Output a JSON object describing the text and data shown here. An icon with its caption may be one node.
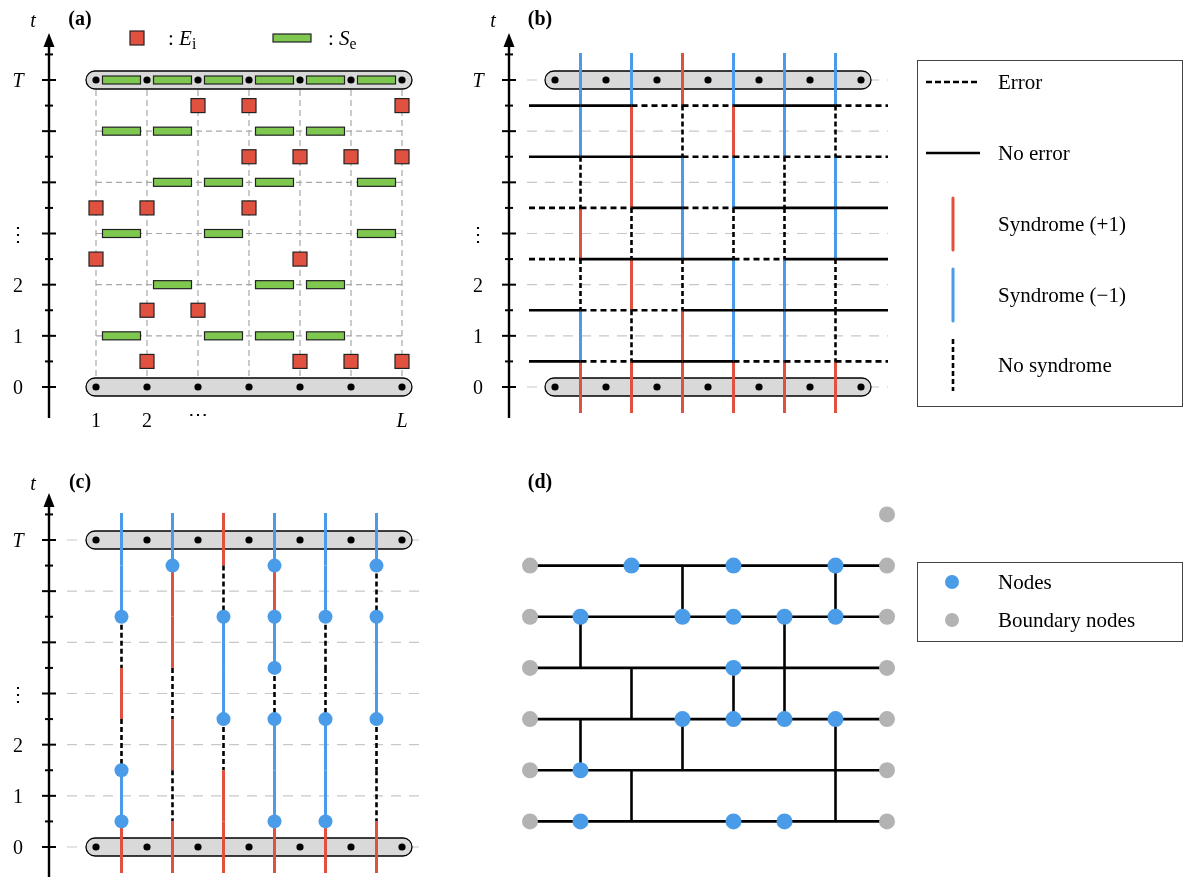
{
  "diagram": {
    "labels": [
      "t",
      "(a)",
      "T",
      "⋮",
      "2",
      "1",
      "0",
      "1",
      "2",
      "⋯",
      "L",
      "t",
      "(b)",
      "T",
      "⋮",
      "2",
      "1",
      "0",
      "t",
      "(c)",
      "T",
      "⋮",
      "2",
      "1",
      "0",
      "(d)"
    ],
    "legend": [
      {
        "text": ": *E*$_{i}$",
        "color": "#e0513f"
      },
      {
        "text": ": *S*$_{e}$",
        "color": "#7ec850"
      },
      {
        "text": "Error"
      },
      {
        "text": "No error"
      },
      {
        "text": "Syndrome (+1)"
      },
      {
        "text": "Syndrome (−1)"
      },
      {
        "text": "No syndrome"
      },
      {
        "text": "Nodes",
        "color": "#4a9be8"
      },
      {
        "text": "Boundary nodes",
        "color": "#b3b3b3"
      }
    ]
  }
}
